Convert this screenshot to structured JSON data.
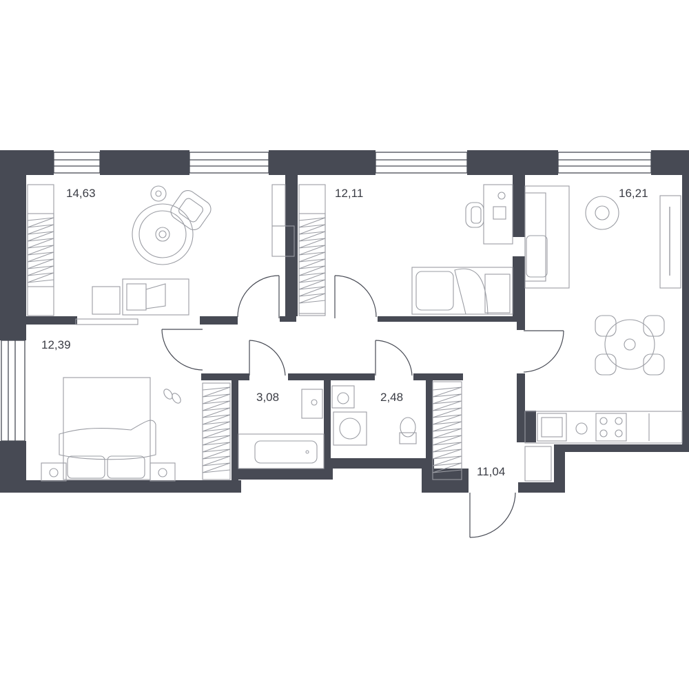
{
  "rooms": [
    {
      "id": "bedroom-top-left",
      "area": "14,63"
    },
    {
      "id": "bedroom-top-middle",
      "area": "12,11"
    },
    {
      "id": "kitchen-living",
      "area": "16,21"
    },
    {
      "id": "bedroom-bottom-left",
      "area": "12,39"
    },
    {
      "id": "bathroom",
      "area": "3,08"
    },
    {
      "id": "wc",
      "area": "2,48"
    },
    {
      "id": "hallway",
      "area": "11,04"
    }
  ],
  "colors": {
    "wall": "#474a54",
    "furniture": "#9a9ca3",
    "background": "#ffffff"
  }
}
